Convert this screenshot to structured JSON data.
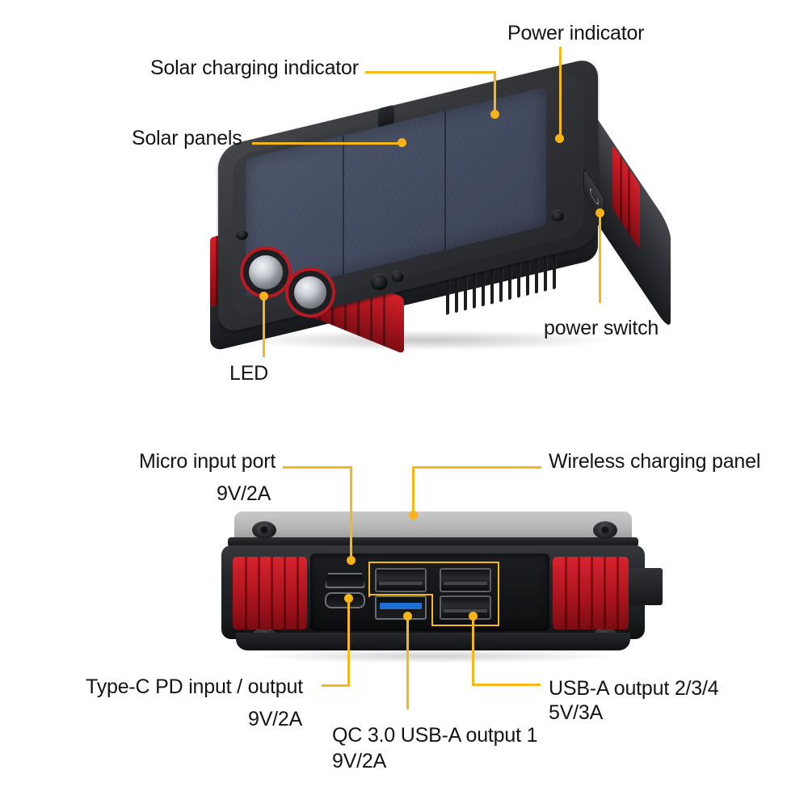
{
  "diagram": {
    "title": "Solar power bank feature callout diagram",
    "accent_color": "#f5b719",
    "dot_color": "#f9b316",
    "text_color": "#141414",
    "background": "#ffffff"
  },
  "device_top": {
    "name": "Solar power bank - top isometric view",
    "body_color": "#26282c",
    "accent_red": "#c0202a",
    "solar_panel_color": "#444b60",
    "callouts": [
      {
        "id": "power-indicator",
        "label": "Power indicator"
      },
      {
        "id": "solar-charging-indicator",
        "label": "Solar charging indicator"
      },
      {
        "id": "solar-panels",
        "label": "Solar panels"
      },
      {
        "id": "power-switch",
        "label": "power switch"
      },
      {
        "id": "led",
        "label": "LED"
      }
    ]
  },
  "device_bottom": {
    "name": "Solar power bank - port face view",
    "body_color": "#1d1f22",
    "accent_red": "#c0202a",
    "wireless_panel_color": "#b8b8b8",
    "callouts": [
      {
        "id": "micro-input-port",
        "label": "Micro input port",
        "spec": "9V/2A"
      },
      {
        "id": "wireless-charging-panel",
        "label": "Wireless charging panel",
        "spec": ""
      },
      {
        "id": "type-c-pd",
        "label": "Type-C PD input / output",
        "spec": "9V/2A"
      },
      {
        "id": "qc30-usb-a-output-1",
        "label": "QC 3.0 USB-A output 1",
        "spec": "9V/2A"
      },
      {
        "id": "usb-a-output-234",
        "label": "USB-A output  2/3/4",
        "spec": "5V/3A"
      }
    ]
  }
}
